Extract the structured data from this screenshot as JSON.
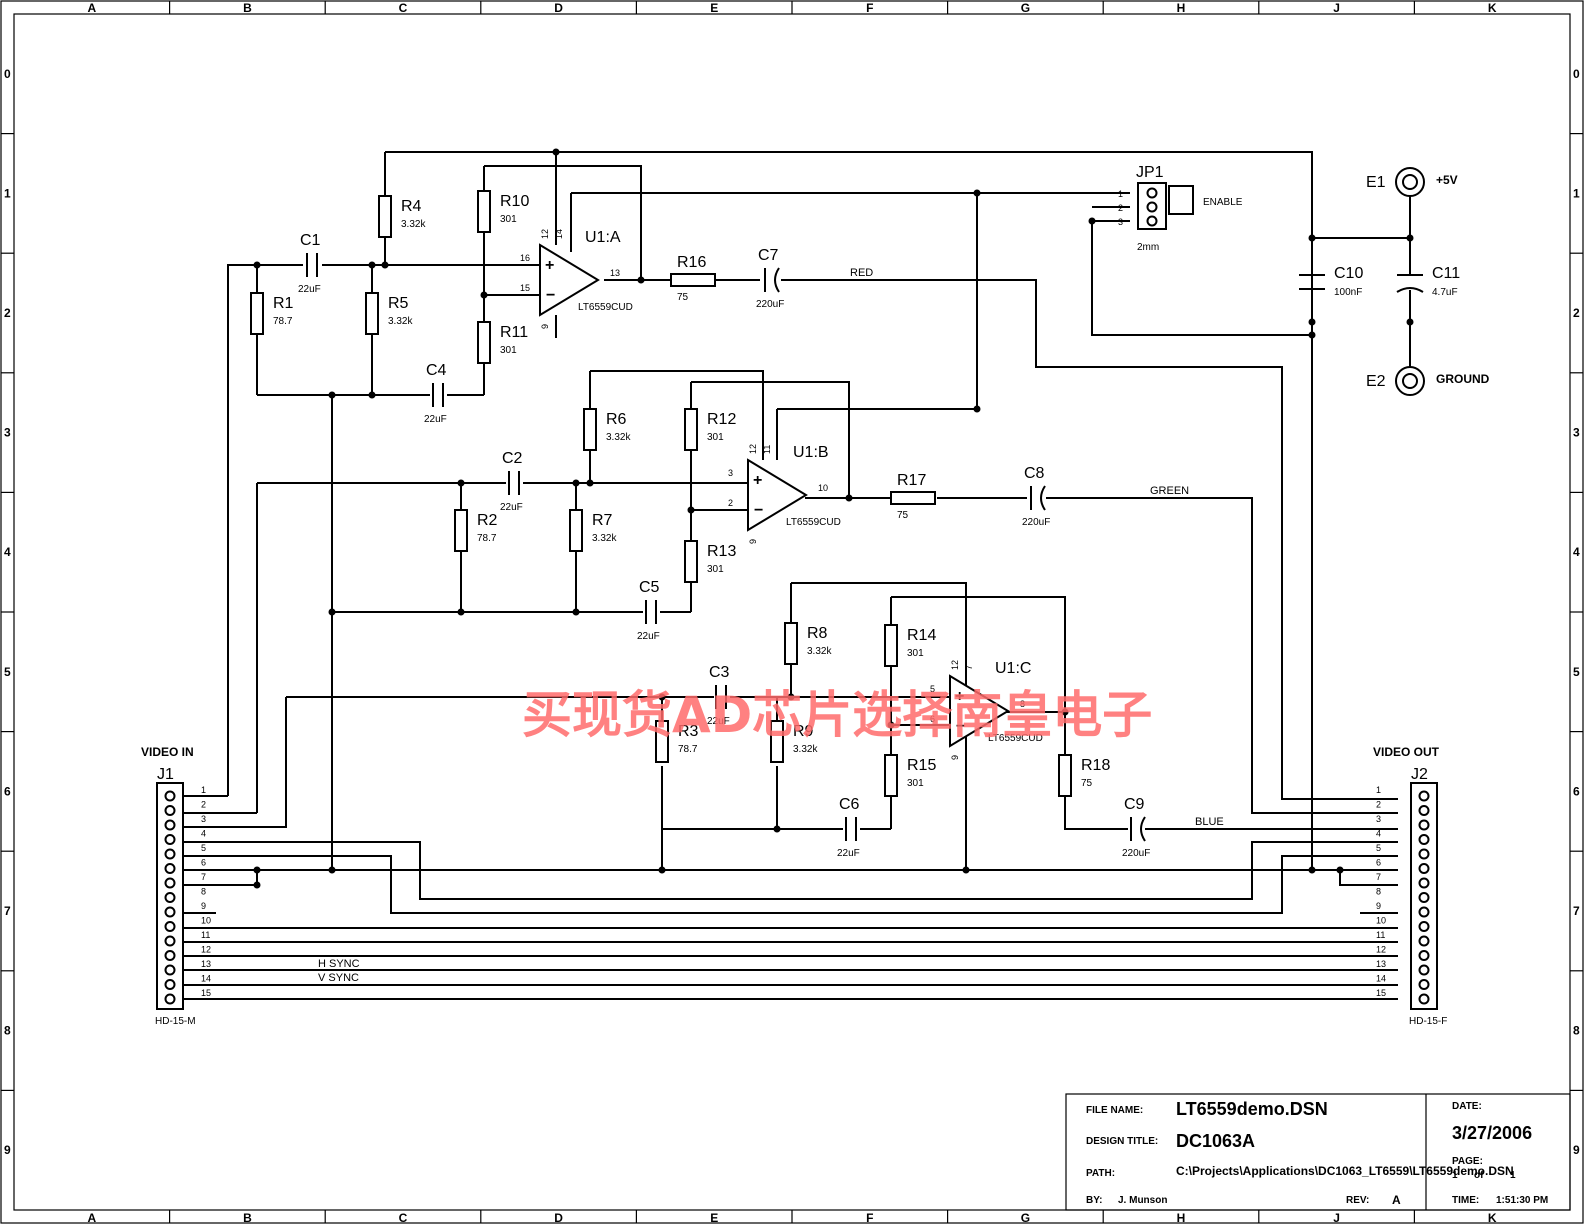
{
  "frame": {
    "columns": [
      "A",
      "B",
      "C",
      "D",
      "E",
      "F",
      "G",
      "H",
      "J",
      "K"
    ],
    "rows": [
      "0",
      "1",
      "2",
      "3",
      "4",
      "5",
      "6",
      "7",
      "8",
      "9"
    ]
  },
  "resistors": [
    {
      "ref": "R1",
      "value": "78.7"
    },
    {
      "ref": "R2",
      "value": "78.7"
    },
    {
      "ref": "R3",
      "value": "78.7"
    },
    {
      "ref": "R4",
      "value": "3.32k"
    },
    {
      "ref": "R5",
      "value": "3.32k"
    },
    {
      "ref": "R6",
      "value": "3.32k"
    },
    {
      "ref": "R7",
      "value": "3.32k"
    },
    {
      "ref": "R8",
      "value": "3.32k"
    },
    {
      "ref": "R9",
      "value": "3.32k"
    },
    {
      "ref": "R10",
      "value": "301"
    },
    {
      "ref": "R11",
      "value": "301"
    },
    {
      "ref": "R12",
      "value": "301"
    },
    {
      "ref": "R13",
      "value": "301"
    },
    {
      "ref": "R14",
      "value": "301"
    },
    {
      "ref": "R15",
      "value": "301"
    },
    {
      "ref": "R16",
      "value": "75"
    },
    {
      "ref": "R17",
      "value": "75"
    },
    {
      "ref": "R18",
      "value": "75"
    }
  ],
  "capacitors": [
    {
      "ref": "C1",
      "value": "22uF"
    },
    {
      "ref": "C2",
      "value": "22uF"
    },
    {
      "ref": "C3",
      "value": "22uF"
    },
    {
      "ref": "C4",
      "value": "22uF"
    },
    {
      "ref": "C5",
      "value": "22uF"
    },
    {
      "ref": "C6",
      "value": "22uF"
    },
    {
      "ref": "C7",
      "value": "220uF"
    },
    {
      "ref": "C8",
      "value": "220uF"
    },
    {
      "ref": "C9",
      "value": "220uF"
    },
    {
      "ref": "C10",
      "value": "100nF"
    },
    {
      "ref": "C11",
      "value": "4.7uF"
    }
  ],
  "opamps": [
    {
      "ref": "U1:A",
      "part": "LT6559CUD",
      "pin_plus": "16",
      "pin_minus": "15",
      "pin_out": "13",
      "pin_vp": "12",
      "pin_en": "14",
      "pin_vm": "9"
    },
    {
      "ref": "U1:B",
      "part": "LT6559CUD",
      "pin_plus": "3",
      "pin_minus": "2",
      "pin_out": "10",
      "pin_vp": "12",
      "pin_en": "11",
      "pin_vm": "9"
    },
    {
      "ref": "U1:C",
      "part": "LT6559CUD",
      "pin_plus": "5",
      "pin_minus": "6",
      "pin_out": "8",
      "pin_vp": "12",
      "pin_en": "7",
      "pin_vm": "9"
    }
  ],
  "nets": {
    "red": "RED",
    "green": "GREEN",
    "blue": "BLUE",
    "hsync": "H SYNC",
    "vsync": "V SYNC"
  },
  "jumper": {
    "ref": "JP1",
    "pins": [
      "1",
      "2",
      "3"
    ],
    "label": "ENABLE",
    "size": "2mm"
  },
  "terminals": [
    {
      "ref": "E1",
      "label": "+5V"
    },
    {
      "ref": "E2",
      "label": "GROUND"
    }
  ],
  "connectors": {
    "in": {
      "ref": "J1",
      "title": "VIDEO IN",
      "part": "HD-15-M"
    },
    "out": {
      "ref": "J2",
      "title": "VIDEO OUT",
      "part": "HD-15-F"
    },
    "pins": [
      "1",
      "2",
      "3",
      "4",
      "5",
      "6",
      "7",
      "8",
      "9",
      "10",
      "11",
      "12",
      "13",
      "14",
      "15"
    ]
  },
  "title_block": {
    "file_name_label": "FILE NAME:",
    "file_name": "LT6559demo.DSN",
    "design_title_label": "DESIGN TITLE:",
    "design_title": "DC1063A",
    "path_label": "PATH:",
    "path": "C:\\Projects\\Applications\\DC1063_LT6559\\LT6559demo.DSN",
    "by_label": "BY:",
    "by": "J. Munson",
    "rev_label": "REV:",
    "rev": "A",
    "date_label": "DATE:",
    "date": "3/27/2006",
    "page_label": "PAGE:",
    "page": "1",
    "page_of": "of",
    "page_total": "1",
    "time_label": "TIME:",
    "time": "1:51:30 PM"
  },
  "watermark": "买现货AD芯片选择南皇电子"
}
